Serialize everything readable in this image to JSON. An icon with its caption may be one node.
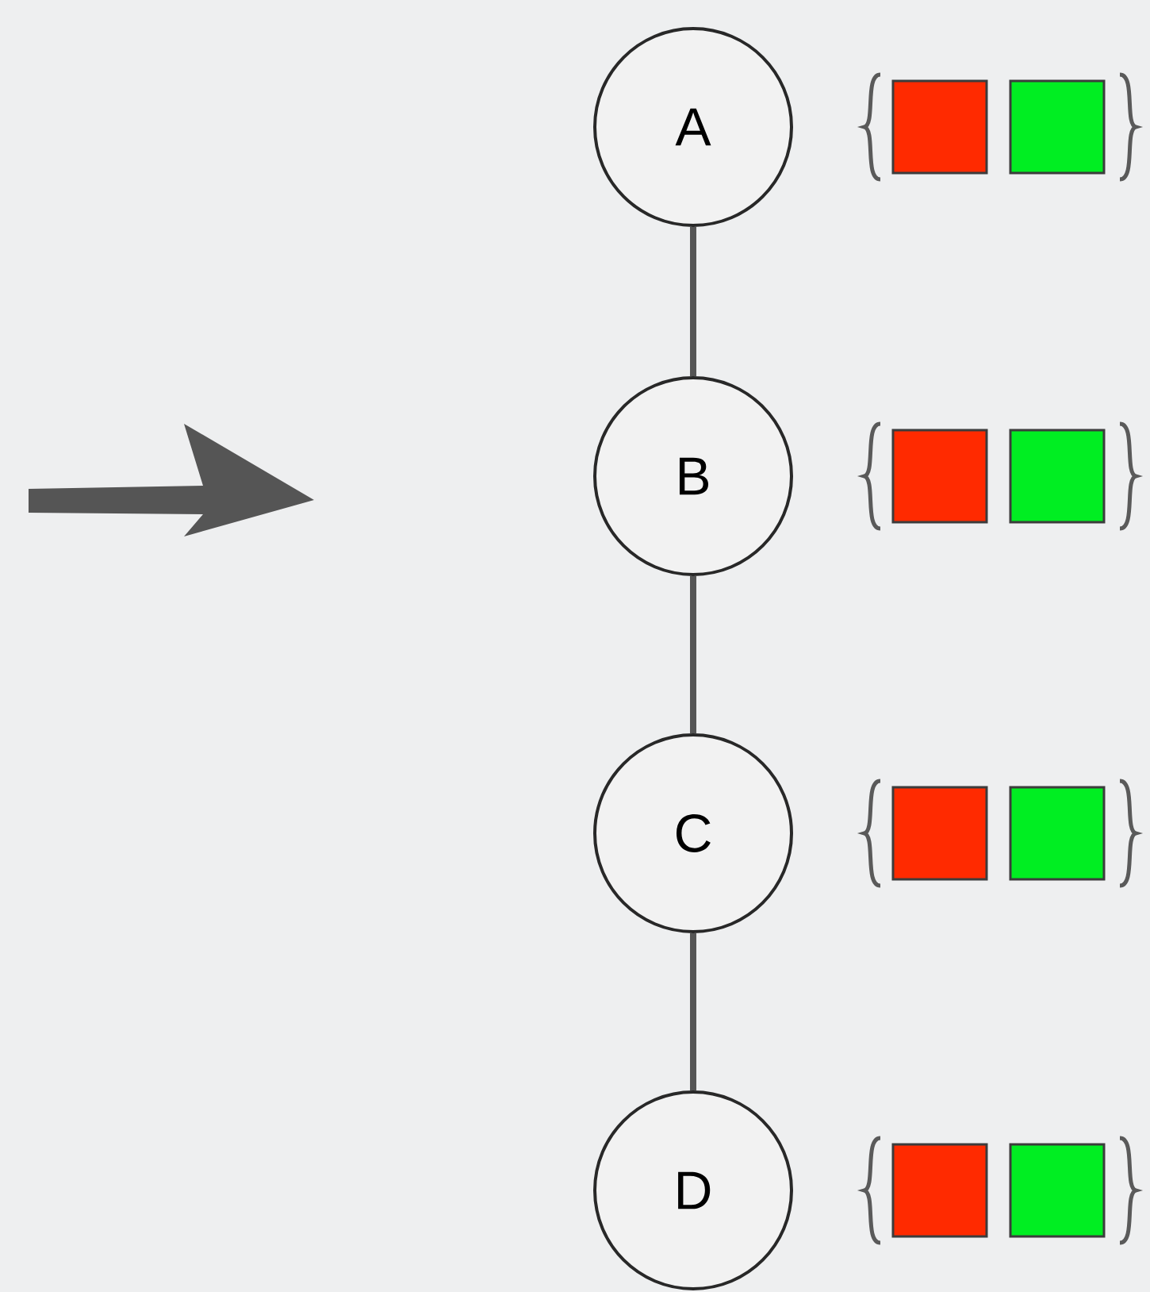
{
  "diagram": {
    "nodes": [
      {
        "text": [
          "A"
        ]
      },
      {
        "text": [
          "B"
        ]
      },
      {
        "text": [
          "C"
        ]
      },
      {
        "text": [
          "D"
        ]
      }
    ],
    "edges": [
      {
        "from": 0,
        "to": 1,
        "arrow": "none"
      },
      {
        "from": 1,
        "to": 2,
        "arrow": "none"
      },
      {
        "from": 2,
        "to": 3,
        "arrow": "none"
      }
    ]
  }
}
